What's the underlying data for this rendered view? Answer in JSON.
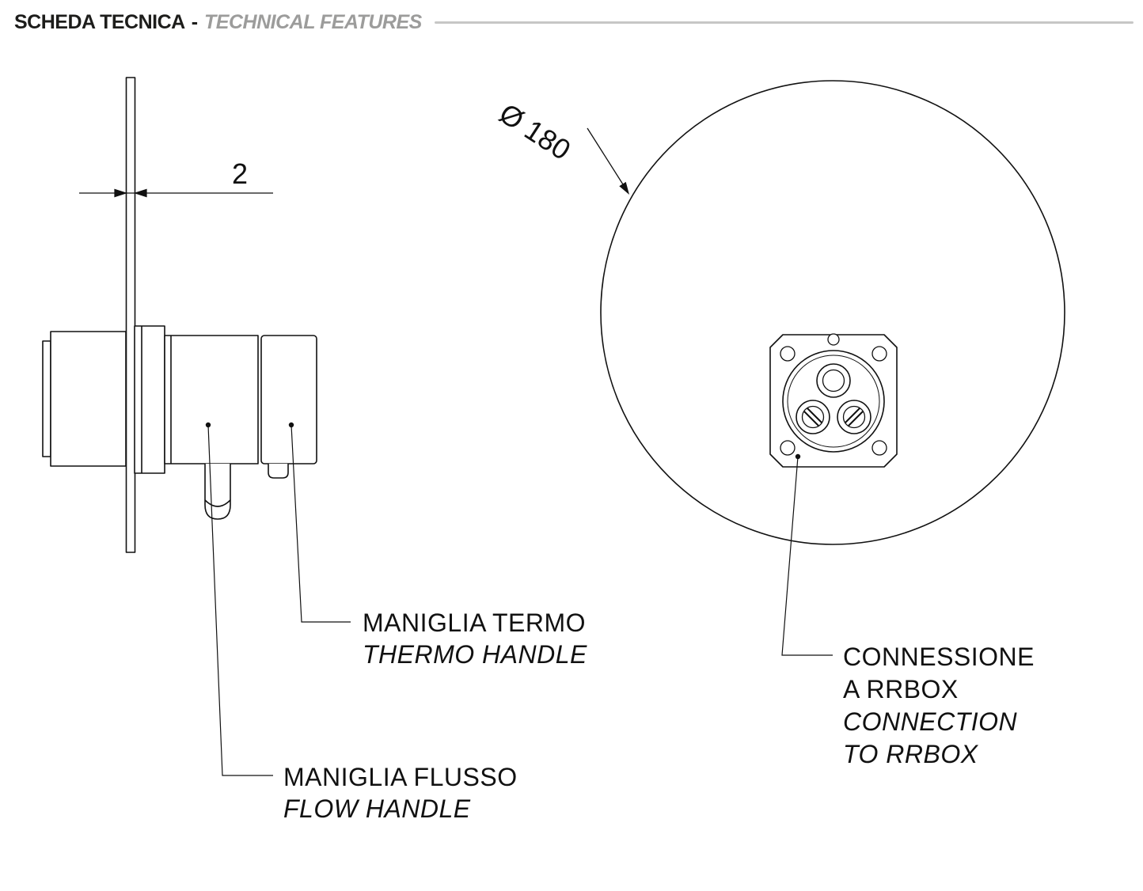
{
  "header": {
    "title_it": "SCHEDA TECNICA",
    "separator": "-",
    "title_en": "TECHNICAL FEATURES"
  },
  "drawing": {
    "dimension_plate_thickness": "2",
    "dimension_diameter": "Ø 180",
    "labels": {
      "thermo_it": "MANIGLIA TERMO",
      "thermo_en": "THERMO HANDLE",
      "flow_it": "MANIGLIA FLUSSO",
      "flow_en": "FLOW HANDLE",
      "rrbox_it_1": "CONNESSIONE",
      "rrbox_it_2": "A RRBOX",
      "rrbox_en_1": "CONNECTION",
      "rrbox_en_2": "TO RRBOX"
    }
  },
  "colors": {
    "line": "#111111",
    "header_text": "#1d1d1b",
    "header_accent": "#9c9c9b",
    "header_rule": "#c7c7c6"
  }
}
